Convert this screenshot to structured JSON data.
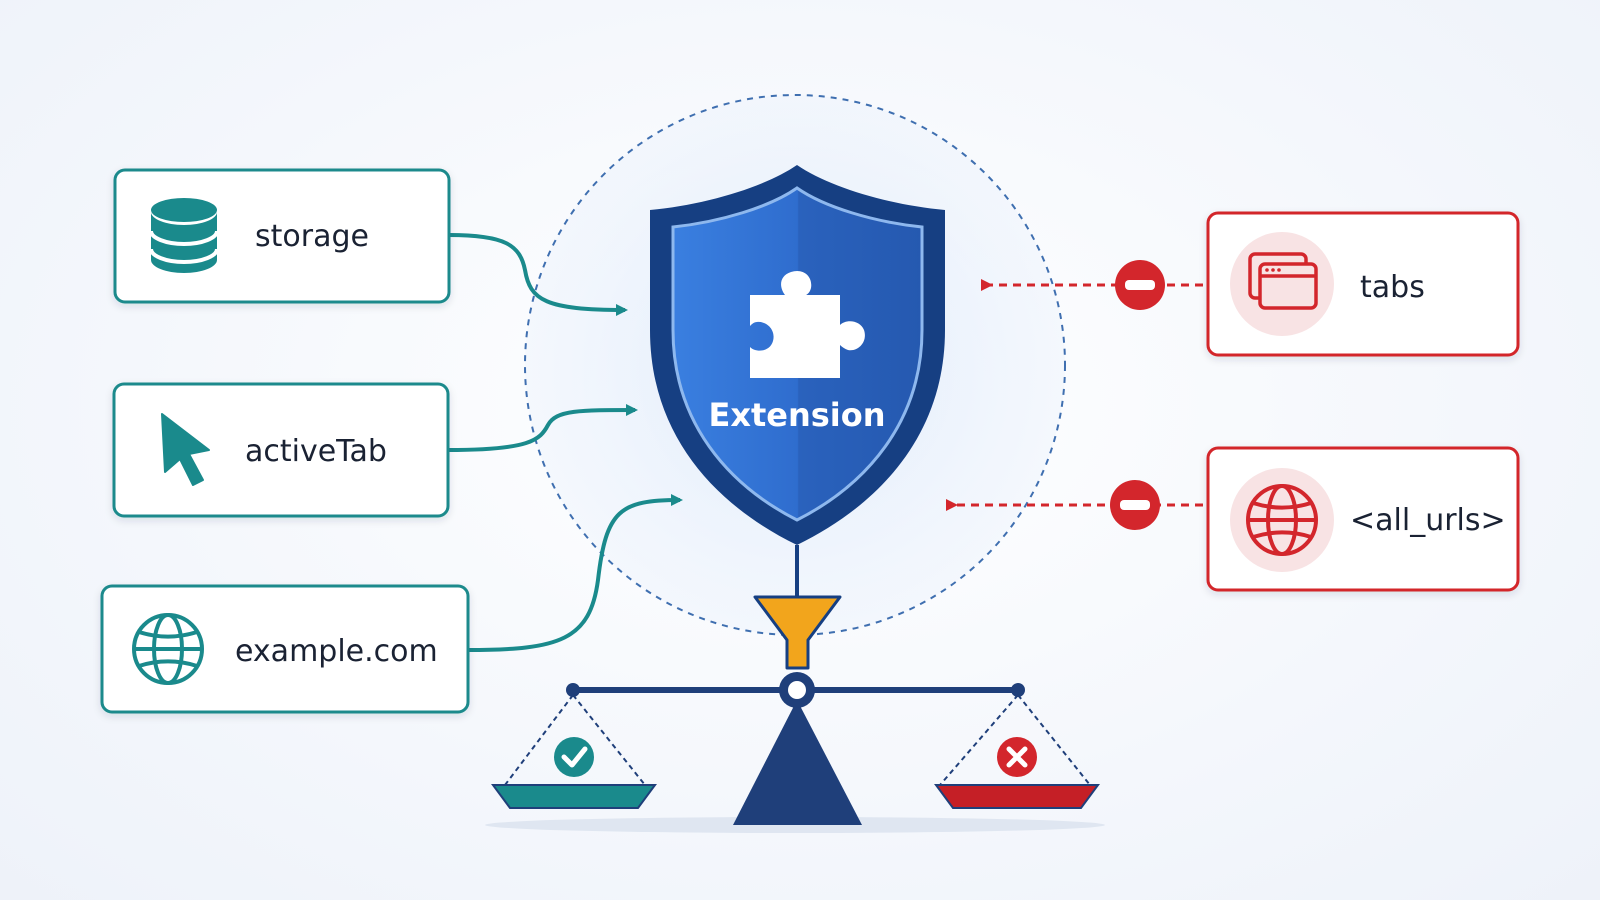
{
  "center": {
    "label": "Extension",
    "icon": "puzzle-piece-icon"
  },
  "allowed": [
    {
      "id": "storage",
      "label": "storage",
      "icon": "database-icon"
    },
    {
      "id": "activetab",
      "label": "activeTab",
      "icon": "cursor-arrow-icon"
    },
    {
      "id": "example",
      "label": "example.com",
      "icon": "globe-icon"
    }
  ],
  "blocked": [
    {
      "id": "tabs",
      "label": "tabs",
      "icon": "browser-windows-icon"
    },
    {
      "id": "allurls",
      "label": "<all_urls>",
      "icon": "globe-icon"
    }
  ],
  "scale": {
    "left_pan_icon": "check-circle-icon",
    "right_pan_icon": "x-circle-icon"
  },
  "colors": {
    "allowed": "#1a8a8c",
    "blocked": "#d3262c",
    "shield": "#2e6fcf",
    "shield_dark": "#163f82",
    "scale": "#1f3f7a",
    "funnel": "#f2a51c"
  }
}
